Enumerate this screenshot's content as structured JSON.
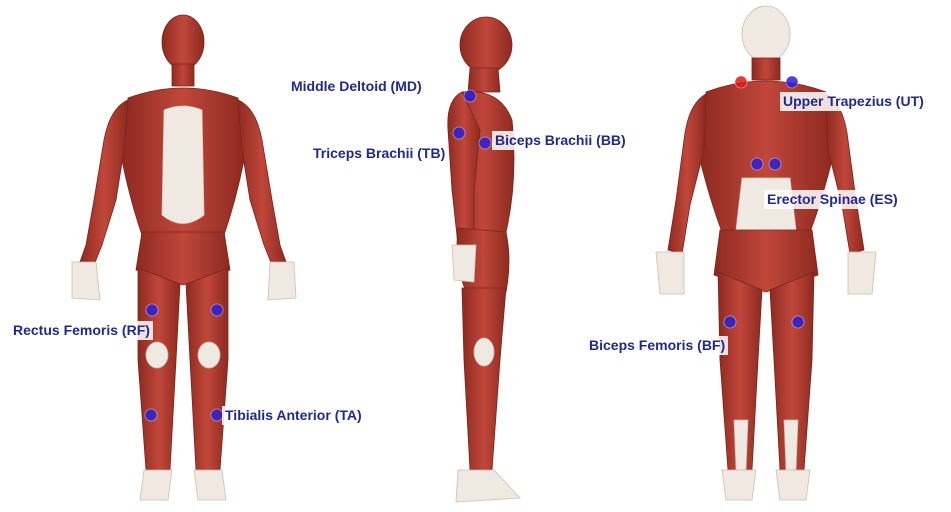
{
  "colors": {
    "label_text": "#1f2a8c",
    "marker": "#2a1fd6",
    "marker_red": "#e01818",
    "muscle": "#b23a2c",
    "muscle_dark": "#8e2a20",
    "tendon": "#efe9e2"
  },
  "views": [
    {
      "name": "anterior"
    },
    {
      "name": "lateral"
    },
    {
      "name": "posterior"
    }
  ],
  "labels": {
    "md": "Middle Deltoid (MD)",
    "tb": "Triceps Brachii (TB)",
    "bb": "Biceps Brachii (BB)",
    "ut": "Upper Trapezius (UT)",
    "es": "Erector Spinae (ES)",
    "rf": "Rectus Femoris (RF)",
    "ta": "Tibialis Anterior (TA)",
    "bf": "Biceps Femoris (BF)"
  },
  "markers": [
    {
      "muscle": "RF",
      "side": "right",
      "color": "blue"
    },
    {
      "muscle": "RF",
      "side": "left",
      "color": "blue"
    },
    {
      "muscle": "TA",
      "side": "right",
      "color": "blue"
    },
    {
      "muscle": "TA",
      "side": "left",
      "color": "blue"
    },
    {
      "muscle": "MD",
      "side": "lateral",
      "color": "blue"
    },
    {
      "muscle": "TB",
      "side": "lateral",
      "color": "blue"
    },
    {
      "muscle": "BB",
      "side": "lateral",
      "color": "blue"
    },
    {
      "muscle": "UT",
      "side": "left",
      "color": "red"
    },
    {
      "muscle": "UT",
      "side": "right",
      "color": "blue"
    },
    {
      "muscle": "ES",
      "side": "left",
      "color": "blue"
    },
    {
      "muscle": "ES",
      "side": "right",
      "color": "blue"
    },
    {
      "muscle": "BF",
      "side": "left",
      "color": "blue"
    },
    {
      "muscle": "BF",
      "side": "right",
      "color": "blue"
    }
  ]
}
